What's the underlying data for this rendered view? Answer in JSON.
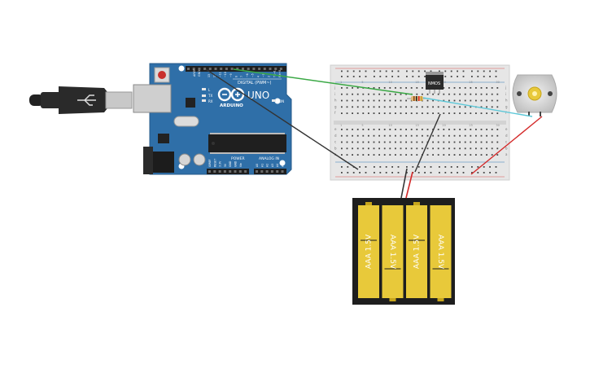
{
  "arduino": {
    "model_label": "UNO",
    "brand_label": "ARDUINO",
    "digital_header_label": "DIGITAL (PWM~)",
    "power_header_label": "POWER",
    "analog_header_label": "ANALOG IN",
    "tx_label": "TX",
    "rx_label": "RX",
    "l_label": "L",
    "on_label": "ON",
    "aref_label": "AREF",
    "gnd_label": "GND",
    "digital_pins": [
      "13",
      "12",
      "~11",
      "~10",
      "~9",
      "8",
      "7",
      "~6",
      "~5",
      "4",
      "~3",
      "2",
      "TX→1",
      "RX←0"
    ],
    "power_pins": [
      "IOREF",
      "RESET",
      "3.3V",
      "5V",
      "GND",
      "GND",
      "Vin"
    ],
    "analog_pins": [
      "A0",
      "A1",
      "A2",
      "A3",
      "A4",
      "A5"
    ]
  },
  "breadboard": {
    "row_letters_top": [
      "j",
      "i",
      "h",
      "g",
      "f"
    ],
    "row_letters_bottom": [
      "e",
      "d",
      "c",
      "b",
      "a"
    ],
    "column_numbers": [
      "1",
      "5",
      "10",
      "15",
      "20",
      "25",
      "30"
    ]
  },
  "transistor": {
    "label": "NMOS"
  },
  "battery_pack": {
    "cells": [
      {
        "label": "AAA 1.5V",
        "orientation": "up"
      },
      {
        "label": "AAA 1.5V",
        "orientation": "down"
      },
      {
        "label": "AAA 1.5V",
        "orientation": "up"
      },
      {
        "label": "AAA 1.5V",
        "orientation": "down"
      }
    ]
  },
  "colors": {
    "board_blue": "#2f6fa8",
    "wire_green": "#3aa845",
    "wire_cyan": "#5ec8d8",
    "wire_red": "#d42a2a",
    "wire_black": "#333333",
    "battery_yellow": "#e8c93a"
  }
}
